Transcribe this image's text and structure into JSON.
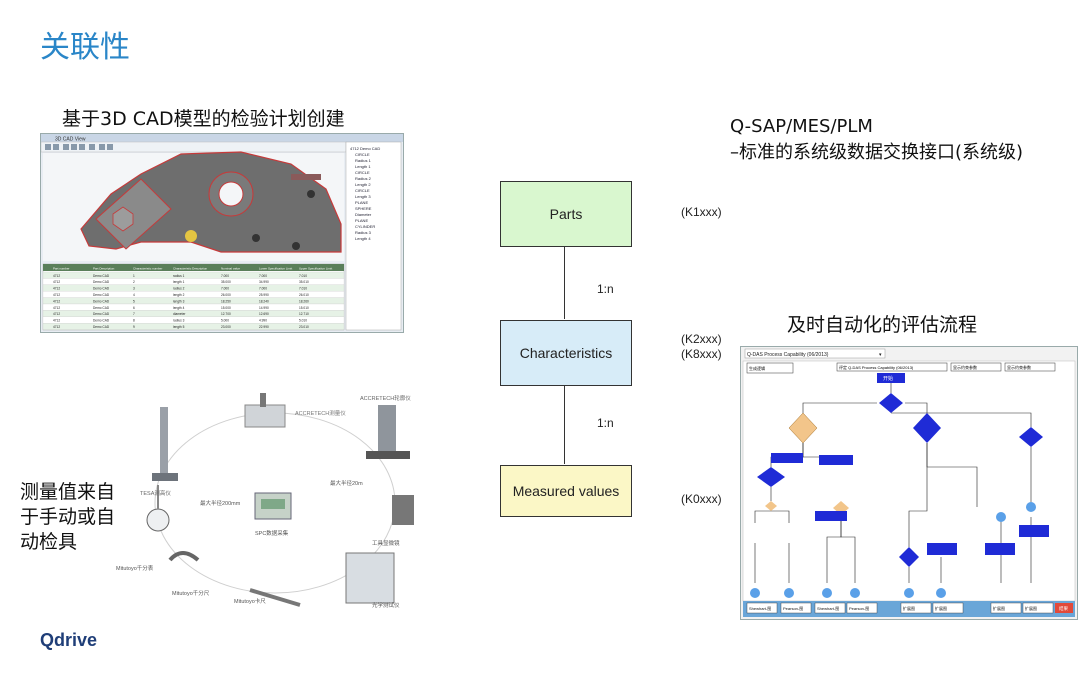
{
  "page_title": "关联性",
  "left_top_caption": "基于3D CAD模型的检验计划创建",
  "left_bottom_caption": [
    "测量值来自",
    "于手动或自",
    "动检具"
  ],
  "right_top_caption": [
    "Q-SAP/MES/PLM",
    "–标准的系统级数据交换接口(系统级)"
  ],
  "right_mid_caption": "及时自动化的评估流程",
  "center_boxes": [
    {
      "label": "Parts",
      "code": "(K1xxx)",
      "color": "#d9f7cf"
    },
    {
      "label": "Characteristics",
      "code_lines": [
        "(K2xxx)",
        "(K8xxx)"
      ],
      "color": "#d7ecf8"
    },
    {
      "label": "Measured values",
      "code": "(K0xxx)",
      "color": "#fbf7c6"
    }
  ],
  "relations": [
    "1:n",
    "1:n"
  ],
  "logo": "Qdrive",
  "flow_window": {
    "dropdown_label": "Q-DAS Process Capability (06/2013)",
    "start_label": "开始",
    "side_labels": [
      "生成逻辑",
      "评定 Q-DAS Process Capability (06/2013)",
      "显示约束参数",
      "显示约束参数"
    ],
    "bottom_labels": [
      "Shewhart-图",
      "Pearson-图",
      "Shewhart-图",
      "Pearson-图",
      "扩展图",
      "扩展图",
      "扩展图",
      "扩展图"
    ],
    "end_label": "结果"
  },
  "cad_window": {
    "title": "3D CAD View",
    "table_headers": [
      "Part number",
      "Part Description",
      "Characteristic number",
      "Characteristic Description",
      "Nominal value",
      "Lower Specification Limit",
      "Upper Specification Limit"
    ],
    "table_rows": [
      [
        "4712",
        "Demo CAD",
        "1",
        "radius 1",
        "7.000",
        "7.000",
        "7.010"
      ],
      [
        "4712",
        "Demo CAD",
        "2",
        "length 1",
        "35.000",
        "34.990",
        "35.010"
      ],
      [
        "4712",
        "Demo CAD",
        "3",
        "radius 2",
        "7.000",
        "7.000",
        "7.010"
      ],
      [
        "4712",
        "Demo CAD",
        "4",
        "length 2",
        "26.000",
        "25.990",
        "26.010"
      ],
      [
        "4712",
        "Demo CAD",
        "5",
        "length 3",
        "18.250",
        "18.240",
        "18.260"
      ],
      [
        "4712",
        "Demo CAD",
        "6",
        "length 4",
        "15.000",
        "14.990",
        "15.010"
      ],
      [
        "4712",
        "Demo CAD",
        "7",
        "diameter",
        "12.700",
        "12.690",
        "12.710"
      ],
      [
        "4712",
        "Demo CAD",
        "8",
        "radius 3",
        "5.000",
        "4.990",
        "5.010"
      ],
      [
        "4712",
        "Demo CAD",
        "9",
        "length 5",
        "23.000",
        "22.990",
        "23.010"
      ]
    ],
    "tree_items": [
      "4712 Demo CAD",
      "CIRCLE",
      "Radius 1",
      "Length 1",
      "CIRCLE",
      "Radius 2",
      "Length 2",
      "CIRCLE",
      "Length 3",
      "PLANE",
      "SPHERE",
      "Diameter",
      "PLANE",
      "CYLINDER",
      "Radius 3",
      "Length 4"
    ]
  },
  "instruments": [
    {
      "label": "TESA测高仪",
      "color": "#666666"
    },
    {
      "label": "ACCRETECH测量仪",
      "color": "#777777"
    },
    {
      "label": "ACCRETECH轮廓仪",
      "color": "#666666"
    },
    {
      "label": "最大半径200mm",
      "color": "#555555"
    },
    {
      "label": "最大半径20m",
      "color": "#555555"
    },
    {
      "label": "SPC数据采集",
      "color": "#555555"
    },
    {
      "label": "工具显微镜",
      "color": "#555555"
    },
    {
      "label": "Mitutoyo千分表",
      "color": "#555555"
    },
    {
      "label": "Mitutoyo千分尺",
      "color": "#555555"
    },
    {
      "label": "Mitutoyo卡尺",
      "color": "#555555"
    },
    {
      "label": "光学测试仪",
      "color": "#555555"
    }
  ]
}
